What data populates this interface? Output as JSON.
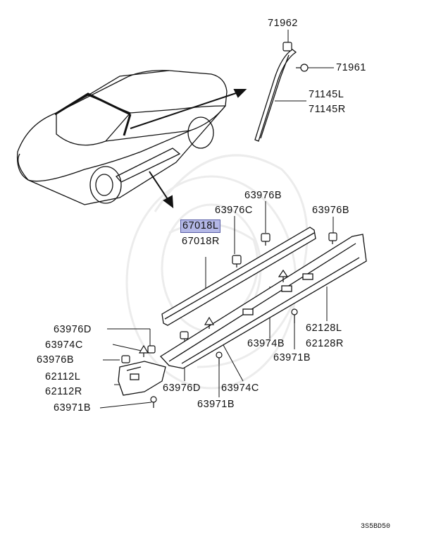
{
  "diagram": {
    "highlight_color": "#b3b7e6",
    "labels": {
      "p71962": "71962",
      "p71961": "71961",
      "p71145l": "71145L",
      "p71145r": "71145R",
      "p63976b_top": "63976B",
      "p63976c": "63976C",
      "p67018l": "67018L",
      "p67018r": "67018R",
      "p63976b_right": "63976B",
      "p63976d_left": "63976D",
      "p63974c_left": "63974C",
      "p63976b_left": "63976B",
      "p62112l": "62112L",
      "p62112r": "62112R",
      "p63971b_left": "63971B",
      "p62128l": "62128L",
      "p62128r": "62128R",
      "p63974b": "63974B",
      "p63971b_mid": "63971B",
      "p63976d_bottom": "63976D",
      "p63974c_bottom": "63974C",
      "p63971b_bottom": "63971B"
    },
    "figure_code": "3S5BD50"
  }
}
